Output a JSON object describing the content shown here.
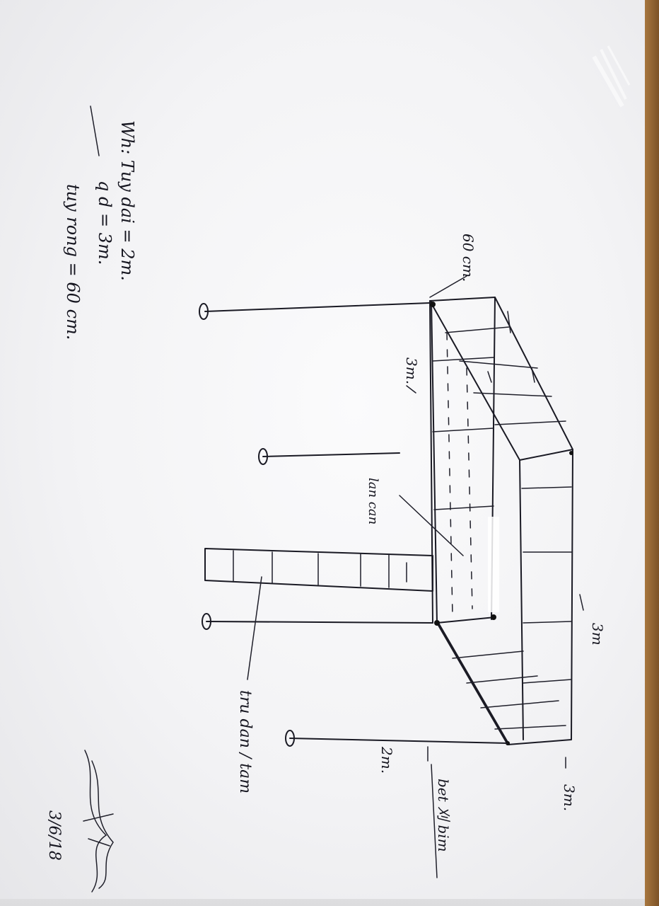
{
  "labels": {
    "top_depth": "60 cm.",
    "middle_width": "3m.",
    "long_side": "3m",
    "right_depth": "3m.",
    "height_right": "2m.",
    "handrail_callout": "lan can",
    "column_callout": "tru dan / tam",
    "wall_callout": "bet 刈 bim"
  },
  "notes": {
    "line1": "Wh:  Tuy dai = 2m.",
    "line2": "q d      = 3m.",
    "line3": "tuy rong = 60 cm."
  },
  "signature_date": "3/6/18"
}
